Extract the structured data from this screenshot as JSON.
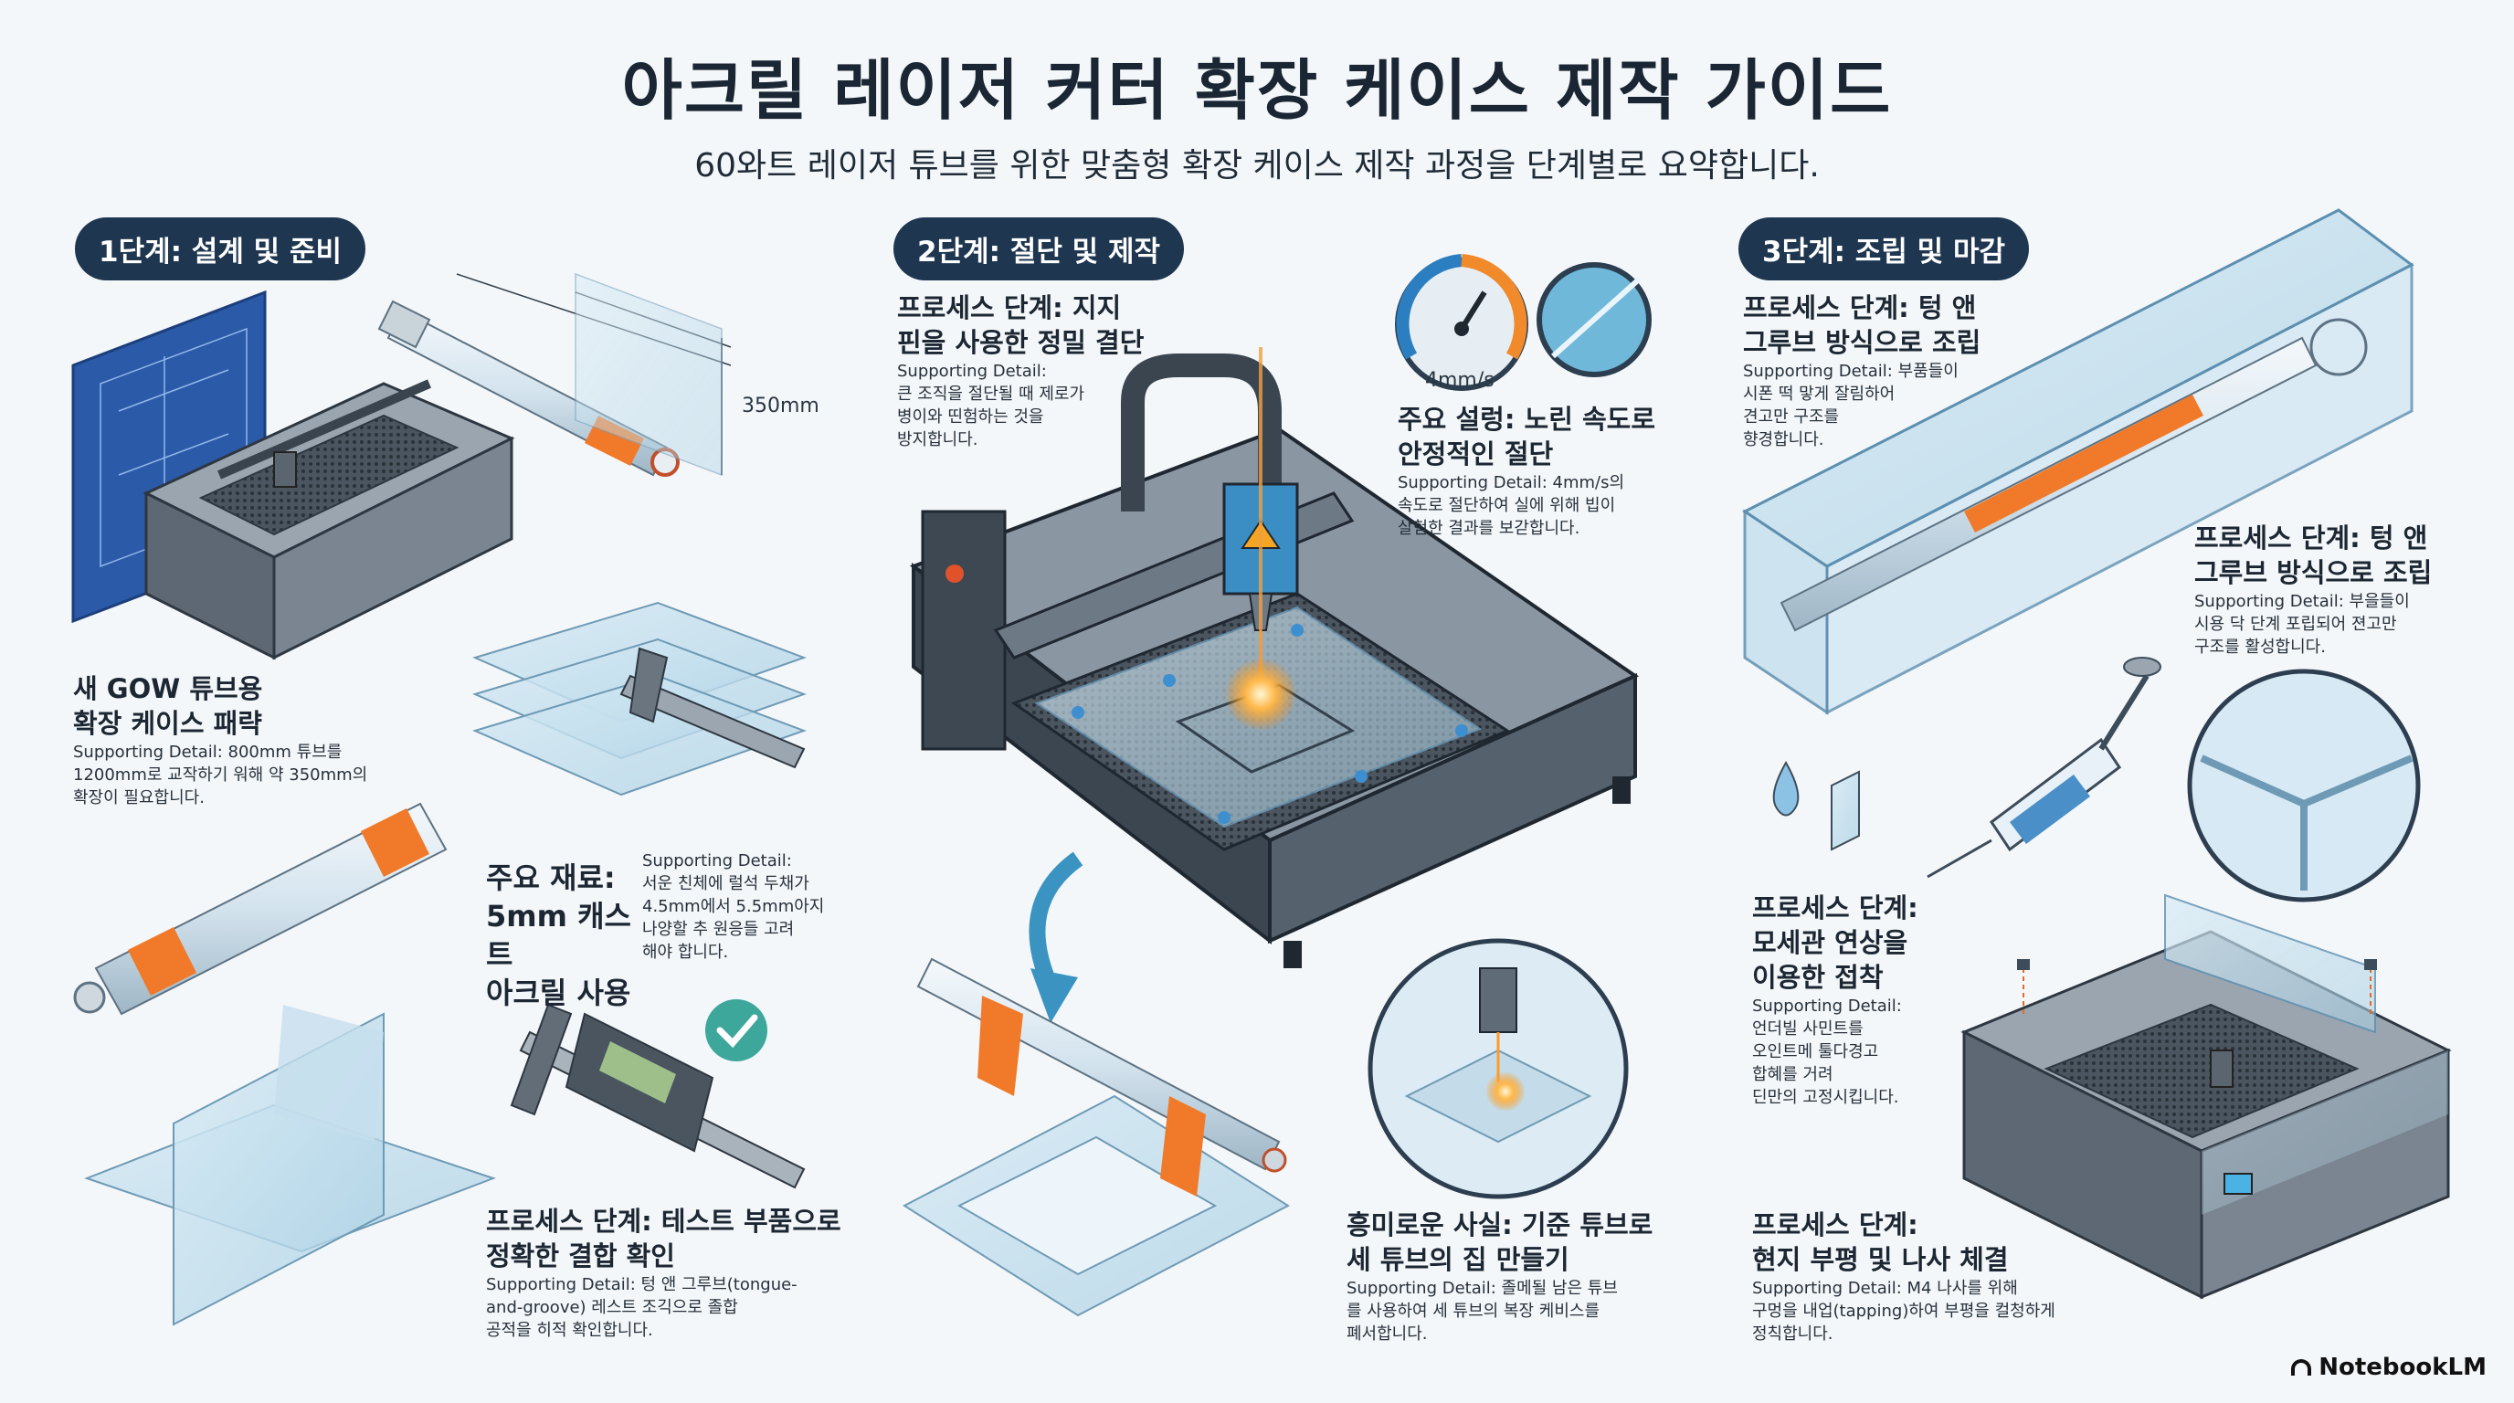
{
  "title": "아크릴 레이저 커터 확장 케이스 제작 가이드",
  "subtitle": "60와트 레이저 튜브를 위한 맞춤형 확장 케이스 제작 과정을 단계별로 요약합니다.",
  "stages": [
    {
      "label": "1단계: 설계 및 준비"
    },
    {
      "label": "2단계: 절단 및 제작"
    },
    {
      "label": "3단계: 조립 및 마감"
    }
  ],
  "dimension_label": "350mm",
  "speed_label": "4mm/s",
  "blocks": {
    "s1_case": {
      "heading": [
        "새 GOW 튜브용",
        "확장 케이스 패략"
      ],
      "detail": [
        "Supporting Detail: 800mm 튜브를",
        "1200mm로 교작하기 워해 약 350mm의",
        "확장이 필요합니다."
      ]
    },
    "s1_material": {
      "heading": [
        "주요 재료:",
        "5mm 캐스트",
        "아크릴 사용"
      ],
      "detail": [
        "Supporting Detail:",
        "서운 친체에 럴석 두채가",
        "4.5mm에서 5.5mm아지",
        "나양할 추 원응들 고려",
        "해야 합니다."
      ]
    },
    "s1_test": {
      "heading": [
        "프로세스 단계: 테스트 부품으로",
        "정확한 결합 확인"
      ],
      "detail": [
        "Supporting Detail: 텅 앤 그루브(tongue-",
        "and-groove) 레스트 조긱으로 졸합",
        "공적을 히적 확인합니다."
      ]
    },
    "s2_pins": {
      "heading": [
        "프로세스 단계: 지지",
        "핀을 사용한 정밀 결단"
      ],
      "detail": [
        "Supporting Detail:",
        "큰 조직을 절단될 때 제로가",
        "병이와 띤험하는 것을",
        "방지합니다."
      ]
    },
    "s2_speed": {
      "heading": [
        "주요 설렁: 노린 속도로",
        "안정적인 절단"
      ],
      "detail": [
        "Supporting Detail: 4mm/s의",
        "속도로 절단하여 실에 위해 빕이",
        "살험한 결과를 보갇합니다."
      ]
    },
    "s2_fact": {
      "heading": [
        "흥미로운 사실: 기준 튜브로",
        "세 튜브의 집 만들기"
      ],
      "detail": [
        "Supporting Detail: 졸메될 남은 튜브",
        "를 사용하여 세 튜브의 복장 케비스를",
        "폐서합니다."
      ]
    },
    "s3_assembly1": {
      "heading": [
        "프로세스 단계: 텅 앤",
        "그루브 방식으로 조립"
      ],
      "detail": [
        "Supporting Detail: 부품들이",
        "시폰 떡 맣게 잘림하어",
        "견고만 구조를",
        "향경합니다."
      ]
    },
    "s3_assembly2": {
      "heading": [
        "프로세스 단계: 텅 앤",
        "그루브 방식으로 조립"
      ],
      "detail": [
        "Supporting Detail: 부을들이",
        "시용 닥 단계 포립되어 젼고만",
        "구조를 활성합니다."
      ]
    },
    "s3_capillary": {
      "heading": [
        "프로세스 단계:",
        "모세관 연상을",
        "이용한 접착"
      ],
      "detail": [
        "Supporting Detail:",
        "언더빌 사민트를",
        "오인트메 툴다경고",
        "합혜를 거려",
        "딘만의 고정시킵니다."
      ]
    },
    "s3_fixing": {
      "heading": [
        "프로세스 단계:",
        "현지 부평 및 나사 체결"
      ],
      "detail": [
        "Supporting Detail: M4 나사를 위해",
        "구멍을 내업(tapping)하여 부평을 컬청하게",
        "정칙합니다."
      ]
    }
  },
  "brand": "NotebookLM"
}
